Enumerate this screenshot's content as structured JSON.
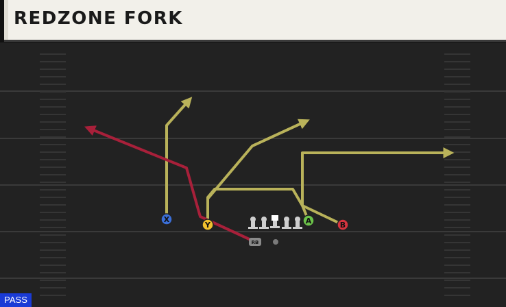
{
  "play": {
    "title": "REDZONE FORK",
    "type_badge": "PASS"
  },
  "players": [
    {
      "id": "X",
      "label": "X",
      "color": "#3b6fd8"
    },
    {
      "id": "Y",
      "label": "Y",
      "color": "#f2c12e"
    },
    {
      "id": "A",
      "label": "A",
      "color": "#6cc24a"
    },
    {
      "id": "B",
      "label": "B",
      "color": "#d6343f"
    },
    {
      "id": "RB",
      "label": "RB",
      "color": "#8a8a8a"
    }
  ],
  "colors": {
    "route_primary": "#b9b25a",
    "route_hot": "#a8203a",
    "field": "#222222",
    "title_bar": "#f2f0ea",
    "badge": "#1a3bd6"
  }
}
